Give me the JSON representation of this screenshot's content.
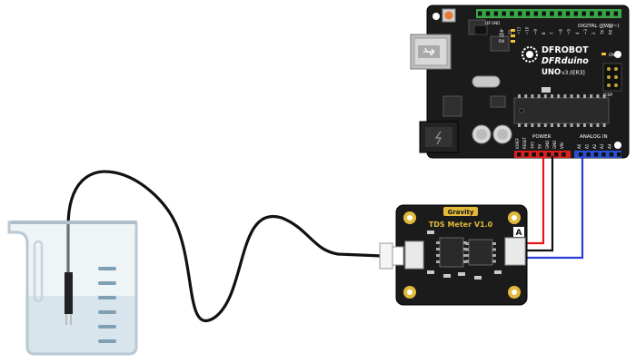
{
  "arduino": {
    "brand": "DFROBOT",
    "model": "DFRduino",
    "version": "UNO",
    "revision": "v3.0[R3]",
    "digital_label": "DIGITAL (PWM~)",
    "power_label": "POWER",
    "analog_label": "ANALOG IN",
    "aref_label": "AREF",
    "gnd_top_label": "GND",
    "digital_pins": [
      "13",
      "12",
      "~11",
      "~10",
      "~9",
      "8",
      "7",
      "~6",
      "~5",
      "4",
      "~3",
      "2",
      "TX 1",
      "RX 0"
    ],
    "power_pins": [
      "IOREF",
      "RESET",
      "3V3",
      "5V",
      "GND",
      "GND",
      "VIN"
    ],
    "analog_pins": [
      "A0",
      "A1",
      "A2",
      "A3",
      "A4",
      "A5"
    ],
    "led_labels": [
      "L",
      "TX",
      "RX"
    ],
    "on_label": "ON",
    "icsp_label": "ICSP"
  },
  "sensor_board": {
    "brand": "Gravity",
    "title": "TDS Meter V1.0",
    "connector_label": "A"
  },
  "colors": {
    "board": "#1b1b1b",
    "wire_power": "#e8141b",
    "wire_ground": "#111111",
    "wire_signal": "#2a3bd6",
    "header_green": "#3aa64a",
    "gold": "#e2b93b",
    "water": "#d6e3ec"
  }
}
